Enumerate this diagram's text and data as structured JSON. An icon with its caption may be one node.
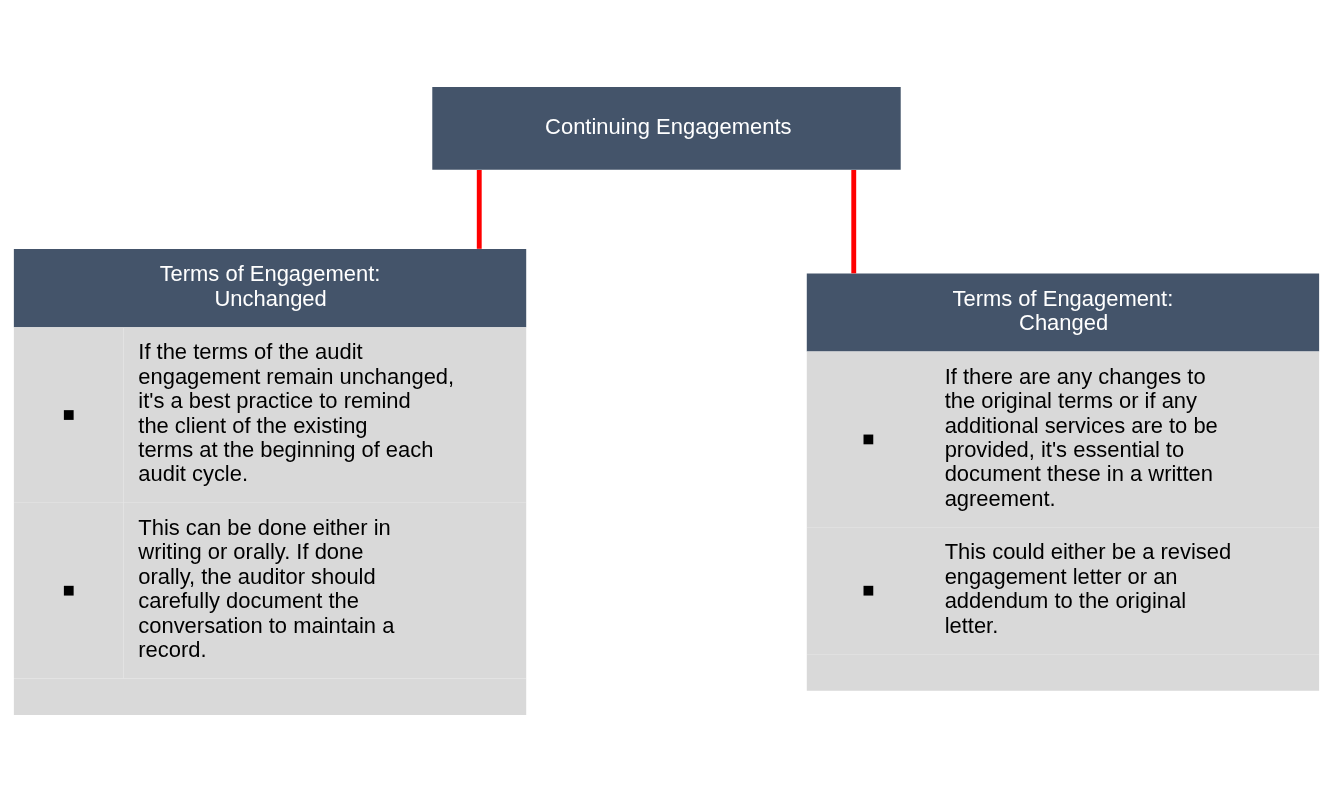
{
  "diagram": {
    "nodes": [
      {
        "text": [
          "Continuing Engagements"
        ]
      },
      {
        "text": [
          "Terms of Engagement: Unchanged",
          "If the terms of the audit engagement remain unchanged, it's a best practice to remind the client of the existing terms at the beginning of each audit cycle.",
          "This can be done either in writing or orally. If done orally, the auditor should carefully document the conversation to maintain a record."
        ]
      },
      {
        "text": [
          "Terms of Engagement: Changed",
          "If there are any changes to the original terms or if any additional services are to be provided, it's essential to document these in a written agreement.",
          "This could either be a revised engagement letter or an addendum to the original letter."
        ]
      }
    ],
    "edges": [
      {
        "from": 0,
        "to": 1,
        "arrow": "none"
      },
      {
        "from": 0,
        "to": 2,
        "arrow": "none"
      }
    ]
  }
}
